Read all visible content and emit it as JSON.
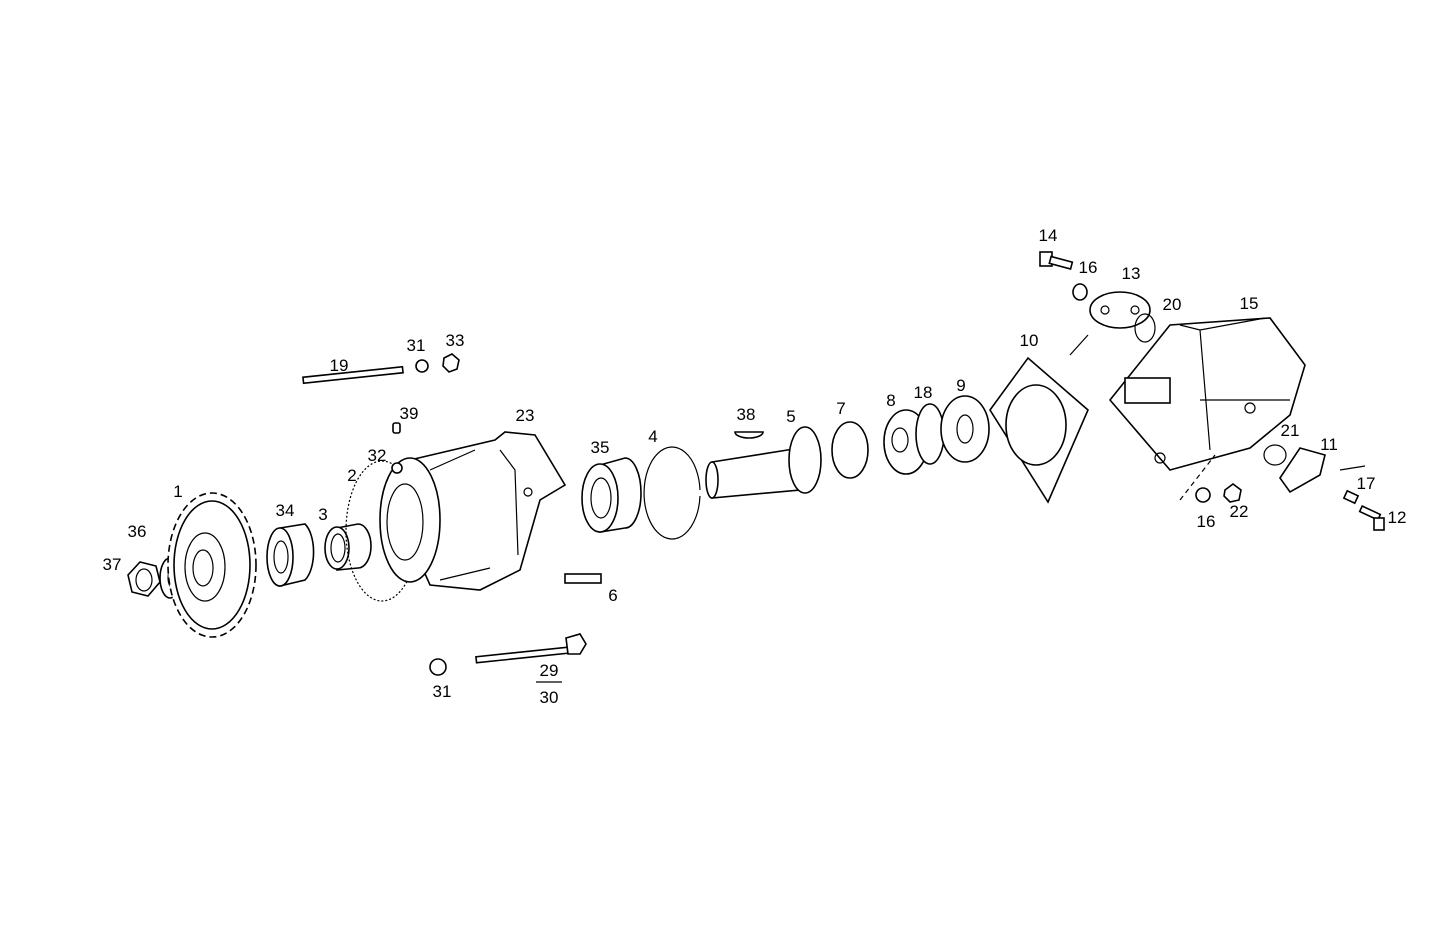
{
  "diagram": {
    "type": "exploded parts drawing",
    "colors": {
      "line": "#000000",
      "background": "#ffffff"
    },
    "callouts": [
      {
        "id": "14",
        "text": "14"
      },
      {
        "id": "16a",
        "text": "16"
      },
      {
        "id": "13",
        "text": "13"
      },
      {
        "id": "20",
        "text": "20"
      },
      {
        "id": "15",
        "text": "15"
      },
      {
        "id": "10",
        "text": "10"
      },
      {
        "id": "31a",
        "text": "31"
      },
      {
        "id": "33",
        "text": "33"
      },
      {
        "id": "19",
        "text": "19"
      },
      {
        "id": "39",
        "text": "39"
      },
      {
        "id": "23",
        "text": "23"
      },
      {
        "id": "38",
        "text": "38"
      },
      {
        "id": "5",
        "text": "5"
      },
      {
        "id": "7",
        "text": "7"
      },
      {
        "id": "8",
        "text": "8"
      },
      {
        "id": "18",
        "text": "18"
      },
      {
        "id": "9",
        "text": "9"
      },
      {
        "id": "35",
        "text": "35"
      },
      {
        "id": "4",
        "text": "4"
      },
      {
        "id": "32",
        "text": "32"
      },
      {
        "id": "2",
        "text": "2"
      },
      {
        "id": "1",
        "text": "1"
      },
      {
        "id": "34",
        "text": "34"
      },
      {
        "id": "3",
        "text": "3"
      },
      {
        "id": "36",
        "text": "36"
      },
      {
        "id": "37",
        "text": "37"
      },
      {
        "id": "21",
        "text": "21"
      },
      {
        "id": "11",
        "text": "11"
      },
      {
        "id": "17",
        "text": "17"
      },
      {
        "id": "12",
        "text": "12"
      },
      {
        "id": "16b",
        "text": "16"
      },
      {
        "id": "22",
        "text": "22"
      },
      {
        "id": "6",
        "text": "6"
      },
      {
        "id": "29",
        "text": "29"
      },
      {
        "id": "30",
        "text": "30"
      },
      {
        "id": "31b",
        "text": "31"
      }
    ]
  }
}
